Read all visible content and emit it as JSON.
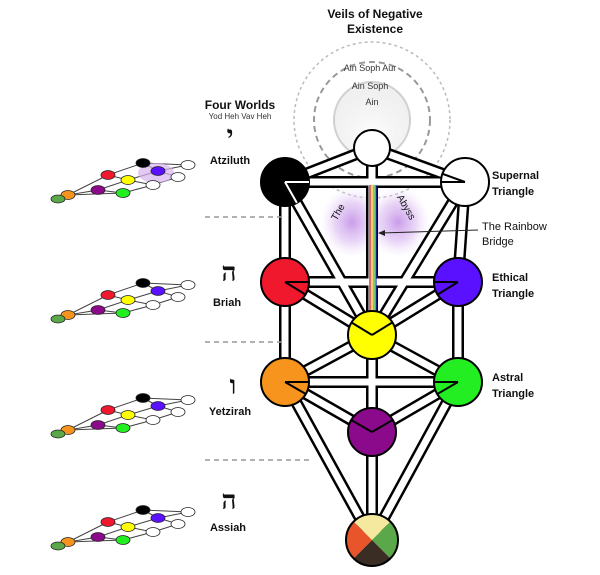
{
  "veils": {
    "title": "Veils of Negative Existence",
    "rings": [
      "Ain Soph Aur",
      "Ain Soph",
      "Ain"
    ]
  },
  "worlds": {
    "title": "Four Worlds",
    "subtitle": "Yod Heh Vav Heh",
    "items": [
      {
        "letter": "י",
        "name": "Atziluth"
      },
      {
        "letter": "ה",
        "name": "Briah"
      },
      {
        "letter": "ו",
        "name": "Yetzirah"
      },
      {
        "letter": "ה",
        "name": "Assiah"
      }
    ]
  },
  "triangles": {
    "supernal": [
      "Supernal",
      "Triangle"
    ],
    "ethical": [
      "Ethical",
      "Triangle"
    ],
    "astral": [
      "Astral",
      "Triangle"
    ]
  },
  "abyss": [
    "The",
    "Abyss"
  ],
  "rainbow_bridge": [
    "The Rainbow",
    "Bridge"
  ],
  "colors": {
    "kether": "#ffffff",
    "chokmah": "#ffffff",
    "binah": "#000000",
    "chesed": "#5a11ff",
    "geburah": "#f0182d",
    "tiphareth": "#ffff00",
    "netzach": "#22ee22",
    "hod": "#f7941d",
    "yesod": "#8b0a8b",
    "malkuth": [
      "#f5e9a0",
      "#5ba84a",
      "#3a2e24",
      "#e8552b"
    ],
    "abyss_glow": "#c08ae6"
  }
}
